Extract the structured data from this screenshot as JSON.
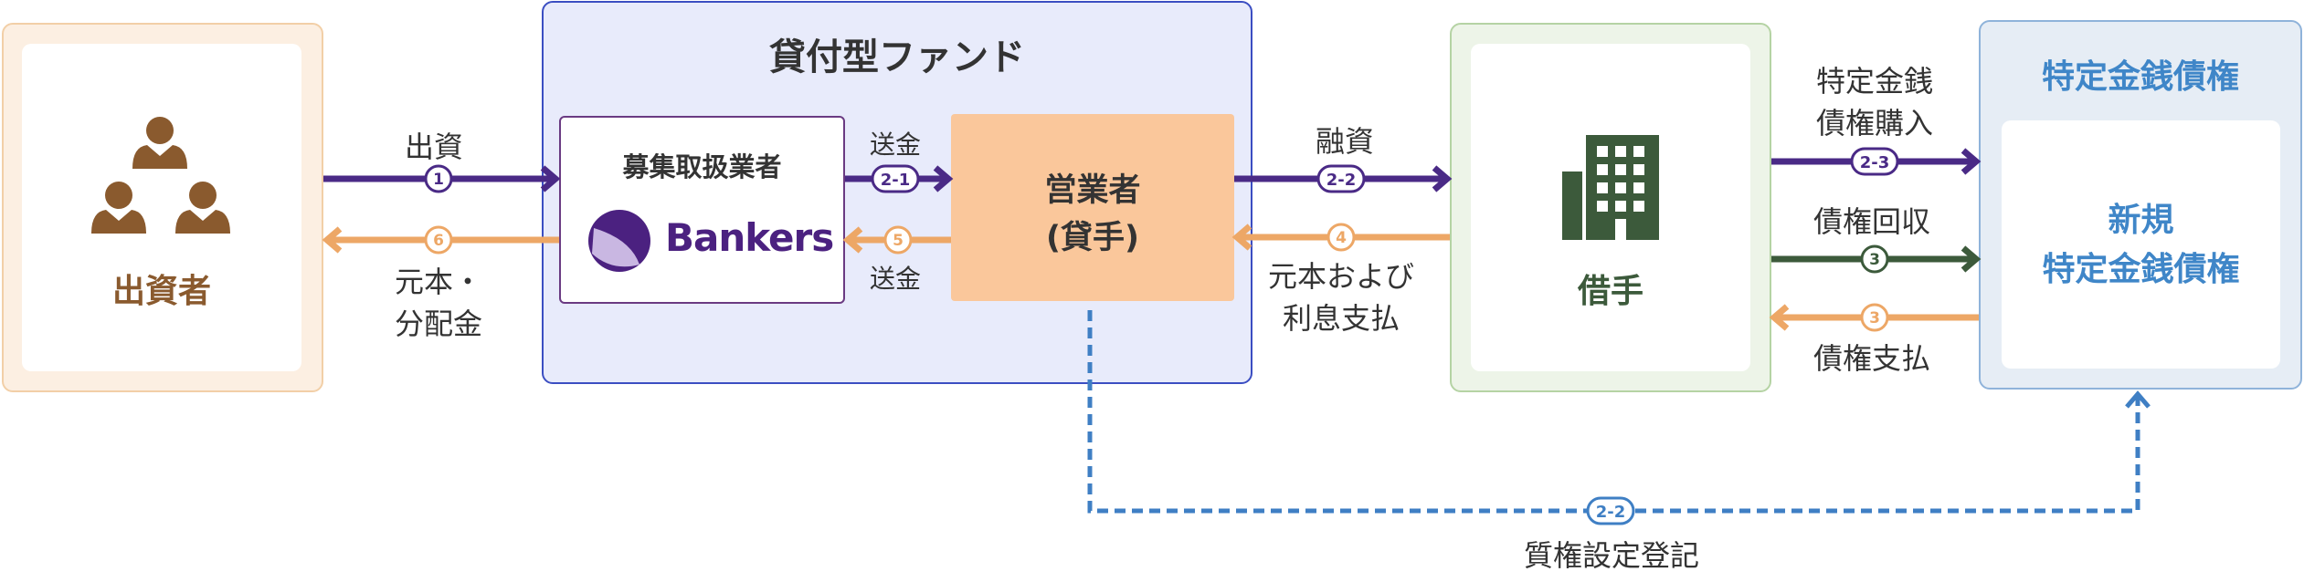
{
  "investor": {
    "label": "出資者"
  },
  "fund": {
    "title": "貸付型ファンド",
    "agent_label": "募集取扱業者",
    "agent_brand": "Bankers",
    "operator_line1": "営業者",
    "operator_line2": "(貸手)"
  },
  "borrower": {
    "label": "借手"
  },
  "claim": {
    "title": "特定金銭債権",
    "new_line1": "新規",
    "new_line2": "特定金銭債権"
  },
  "flows": {
    "investment": {
      "label": "出資",
      "step": "1"
    },
    "principal_dist": {
      "line1": "元本・",
      "line2": "分配金",
      "step": "6"
    },
    "remit_agent_op": {
      "label": "送金",
      "step": "2-1"
    },
    "remit_op_agent": {
      "label": "送金",
      "step": "5"
    },
    "loan": {
      "label": "融資",
      "step": "2-2"
    },
    "repay": {
      "line1": "元本および",
      "line2": "利息支払",
      "step": "4"
    },
    "purchase": {
      "line1": "特定金銭",
      "line2": "債権購入",
      "step": "2-3"
    },
    "collect": {
      "label": "債権回収",
      "step": "3"
    },
    "claim_pay": {
      "label": "債権支払",
      "step": "3"
    },
    "pledge": {
      "label": "質権設定登記",
      "step": "2-2"
    }
  },
  "colors": {
    "purple": "#4a2a86",
    "orange": "#eda766",
    "green": "#3c5a3b",
    "blue_dashed": "#3f7fc4"
  }
}
